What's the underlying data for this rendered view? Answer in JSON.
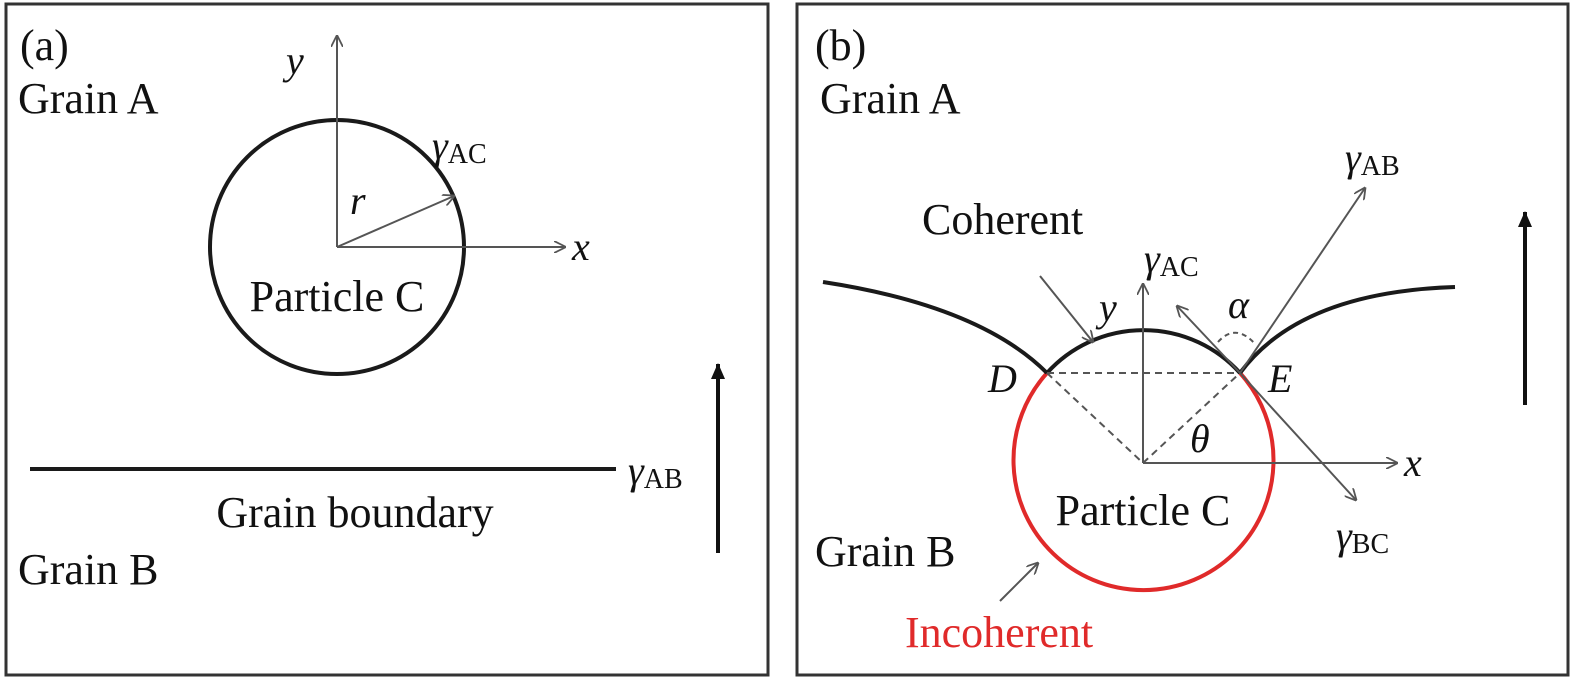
{
  "panel_a": {
    "label": "(a)",
    "grain_top": "Grain A",
    "grain_bottom": "Grain B",
    "axis_y": "y",
    "axis_x": "x",
    "radius": "r",
    "gamma_ac": {
      "sym": "γ",
      "sub": "AC"
    },
    "gamma_ab": {
      "sym": "γ",
      "sub": "AB"
    },
    "particle": "Particle C",
    "boundary": "Grain boundary"
  },
  "panel_b": {
    "label": "(b)",
    "grain_top": "Grain A",
    "grain_bottom": "Grain B",
    "coherent": "Coherent",
    "incoherent": "Incoherent",
    "axis_y": "y",
    "axis_x": "x",
    "point_d": "D",
    "point_e": "E",
    "alpha": "α",
    "theta": "θ",
    "particle": "Particle C",
    "gamma_ab": {
      "sym": "γ",
      "sub": "AB"
    },
    "gamma_ac": {
      "sym": "γ",
      "sub": "AC"
    },
    "gamma_bc": {
      "sym": "γ",
      "sub": "BC"
    }
  },
  "colors": {
    "line": "#1a1a1a",
    "arrow": "#555555",
    "incoherent": "#e02a2a",
    "frame": "#333333"
  }
}
